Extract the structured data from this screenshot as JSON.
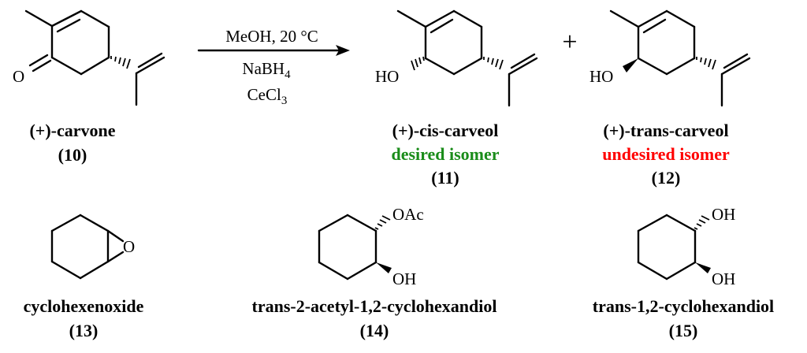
{
  "reaction": {
    "conditions": {
      "solvent": "MeOH, 20 °C",
      "reagent_prefix": "NaBH",
      "reagent_sub": "4",
      "additive_prefix": "CeCl",
      "additive_sub": "3"
    },
    "plus": "+"
  },
  "compounds": [
    {
      "name": "(+)-carvone",
      "number": "(10)",
      "atoms": [
        "O"
      ]
    },
    {
      "name": "(+)-cis-carveol",
      "note": "desired isomer",
      "number": "(11)",
      "atoms": [
        "HO"
      ]
    },
    {
      "name": "(+)-trans-carveol",
      "note": "undesired isomer",
      "number": "(12)",
      "atoms": [
        "HO"
      ]
    },
    {
      "name": "cyclohexenoxide",
      "number": "(13)",
      "atoms": [
        "O"
      ]
    },
    {
      "name": "trans-2-acetyl-1,2-cyclohexandiol",
      "number": "(14)",
      "atoms": [
        "OAc",
        "OH"
      ]
    },
    {
      "name": "trans-1,2-cyclohexandiol",
      "number": "(15)",
      "atoms": [
        "OH",
        "OH"
      ]
    }
  ],
  "colors": {
    "text": "#000000",
    "desired": "#1a8c1a",
    "undesired": "#ff0000"
  }
}
